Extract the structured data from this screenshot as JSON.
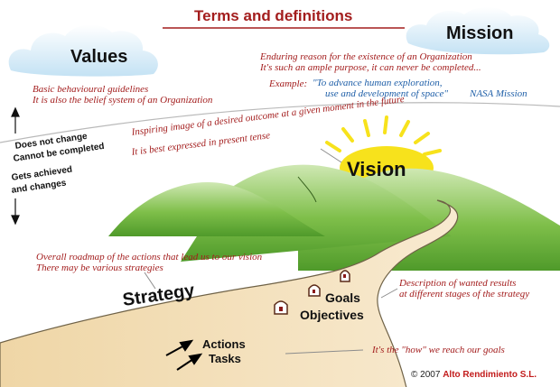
{
  "title": "Terms and definitions",
  "values": {
    "heading": "Values",
    "line1": "Basic behavioural guidelines",
    "line2": "It is also the belief system of an Organization"
  },
  "mission": {
    "heading": "Mission",
    "line1": "Enduring reason for the existence of an Organization",
    "line2": "It's such an ample purpose, it can never be completed...",
    "example_label": "Example:",
    "example_line1": "\"To advance human exploration,",
    "example_line2": "use and development of space\"",
    "example_source": "NASA Mission"
  },
  "vision": {
    "heading": "Vision",
    "line1": "Inspiring image of a desired outcome at a given moment in the future",
    "line2": "It is best expressed in present tense"
  },
  "side_labels": {
    "upper_line1": "Does not change",
    "upper_line2": "Cannot be completed",
    "lower_line1": "Gets achieved",
    "lower_line2": "and changes"
  },
  "strategy": {
    "heading": "Strategy",
    "line1": "Overall roadmap of the actions that lead us to our vision",
    "line2": "There may be various strategies"
  },
  "goals": {
    "heading_goals": "Goals",
    "heading_objectives": "Objectives",
    "line1": "Description of wanted results",
    "line2": "at different stages of the strategy"
  },
  "actions": {
    "heading_actions": "Actions",
    "heading_tasks": "Tasks",
    "note": "It's the \"how\" we reach our goals"
  },
  "copyright": {
    "prefix": "© 2007",
    "brand": "Alto Rendimiento S.L."
  },
  "colors": {
    "title_red": "#a31d1d",
    "note_red": "#a31d1d",
    "example_blue": "#1f5fa8",
    "road": "#f1ddb3",
    "hill_green": "#6cae3c",
    "sun": "#f7e21c",
    "cloud": "#cde6f5"
  },
  "icons": {
    "milestone": "milestone-arch-icon",
    "arrow": "action-arrow-icon",
    "sun": "sun-icon"
  }
}
